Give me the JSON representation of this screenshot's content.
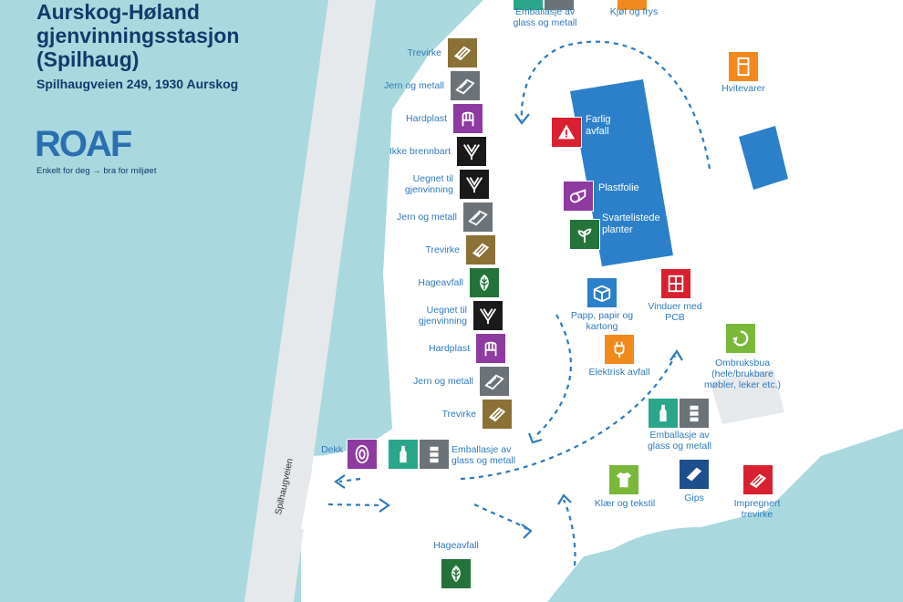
{
  "header": {
    "title_line1": "Aurskog-Høland",
    "title_line2": "gjenvinningsstasjon",
    "title_line3": "(Spilhaug)",
    "address": "Spilhaugveien 249, 1930 Aurskog"
  },
  "logo": {
    "text": "ROAF",
    "tagline": "Enkelt for deg → bra for miljøet"
  },
  "road_label": "Spilhaugveien",
  "colors": {
    "water": "#a9d9de",
    "land": "#ffffff",
    "road": "#e6e9ec",
    "building": "#2b80c9",
    "wood": "#8b7136",
    "metal": "#6c7378",
    "hardplast": "#8e3aa0",
    "black": "#1a1a1a",
    "green": "#23733a",
    "teal": "#2aa68a",
    "orange": "#f08a1c",
    "red": "#d92030",
    "navy": "#1d4f8c",
    "lime": "#7ab83a"
  },
  "column": [
    {
      "label": "Trevirke",
      "icon": "wood-icon",
      "color": "#8b7136"
    },
    {
      "label": "Jern og metall",
      "icon": "metal-icon",
      "color": "#6c7378"
    },
    {
      "label": "Hardplast",
      "icon": "chair-icon",
      "color": "#8e3aa0"
    },
    {
      "label": "Ikke brennbart",
      "icon": "funnel-icon",
      "color": "#1a1a1a"
    },
    {
      "label": "Uegnet til gjenvinning",
      "icon": "funnel-icon",
      "color": "#1a1a1a"
    },
    {
      "label": "Jern og metall",
      "icon": "metal-icon",
      "color": "#6c7378"
    },
    {
      "label": "Trevirke",
      "icon": "wood-icon",
      "color": "#8b7136"
    },
    {
      "label": "Hageavfall",
      "icon": "leaf-icon",
      "color": "#23733a"
    },
    {
      "label": "Uegnet til gjenvinning",
      "icon": "funnel-icon",
      "color": "#1a1a1a"
    },
    {
      "label": "Hardplast",
      "icon": "chair-icon",
      "color": "#8e3aa0"
    },
    {
      "label": "Jern og metall",
      "icon": "metal-icon",
      "color": "#6c7378"
    },
    {
      "label": "Trevirke",
      "icon": "wood-icon",
      "color": "#8b7136"
    }
  ],
  "stations": {
    "emballasje_top": "Emballasje av glass og metall",
    "kjol_frys": "Kjøl og frys",
    "hvitevarer": "Hvitevarer",
    "farlig": "Farlig avfall",
    "plastfolie": "Plastfolie",
    "svarteliste": "Svartelistede planter",
    "papp": "Papp, papir og kartong",
    "vinduer": "Vinduer med PCB",
    "ombruk": "Ombruksbua (hele/brukbare møbler, leker etc.)",
    "elektrisk": "Elektrisk avfall",
    "emballasje_mid": "Emballasje av glass og metall",
    "dekk": "Dekk",
    "emballasje_bottom": "Emballasje av glass og metall",
    "klaer": "Klær og tekstil",
    "gips": "Gips",
    "impregnert": "Impregnert trevirke",
    "hageavfall_bottom": "Hageavfall"
  }
}
